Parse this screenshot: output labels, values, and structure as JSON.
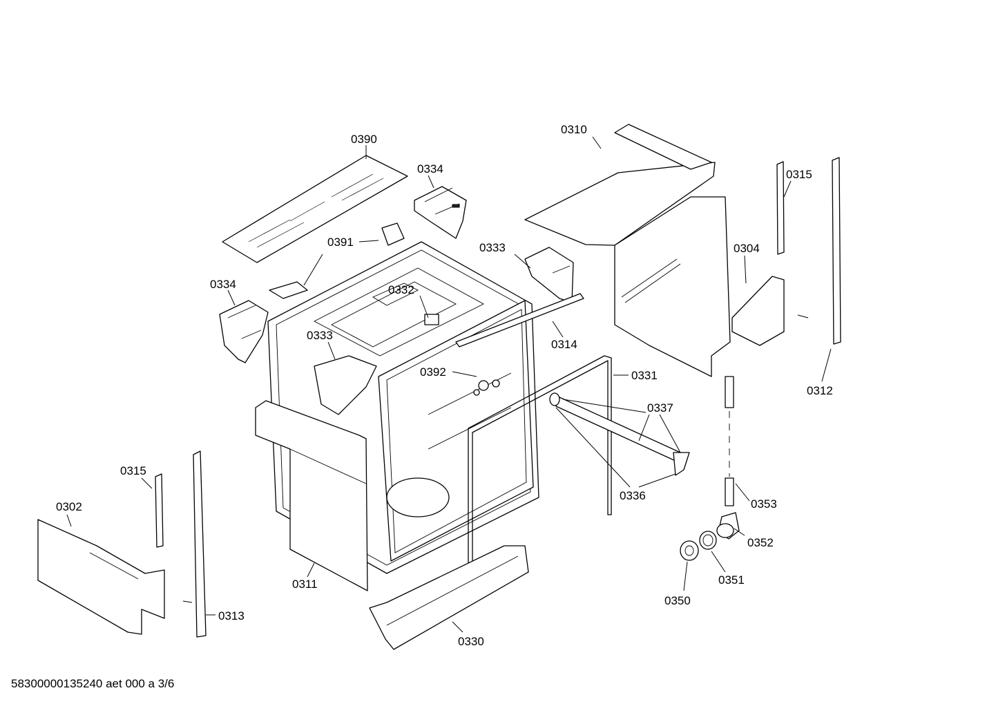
{
  "labels": {
    "p0390": "0390",
    "p0334_top": "0334",
    "p0334_left": "0334",
    "p0391": "0391",
    "p0333_right": "0333",
    "p0332": "0332",
    "p0333_left": "0333",
    "p0310": "0310",
    "p0315_right": "0315",
    "p0304": "0304",
    "p0314": "0314",
    "p0392": "0392",
    "p0331": "0331",
    "p0337": "0337",
    "p0312": "0312",
    "p0336": "0336",
    "p0353": "0353",
    "p0352": "0352",
    "p0351": "0351",
    "p0350": "0350",
    "p0315_left": "0315",
    "p0302": "0302",
    "p0311": "0311",
    "p0313": "0313",
    "p0330": "0330"
  },
  "footer": "58300000135240 aet 000 a 3/6"
}
